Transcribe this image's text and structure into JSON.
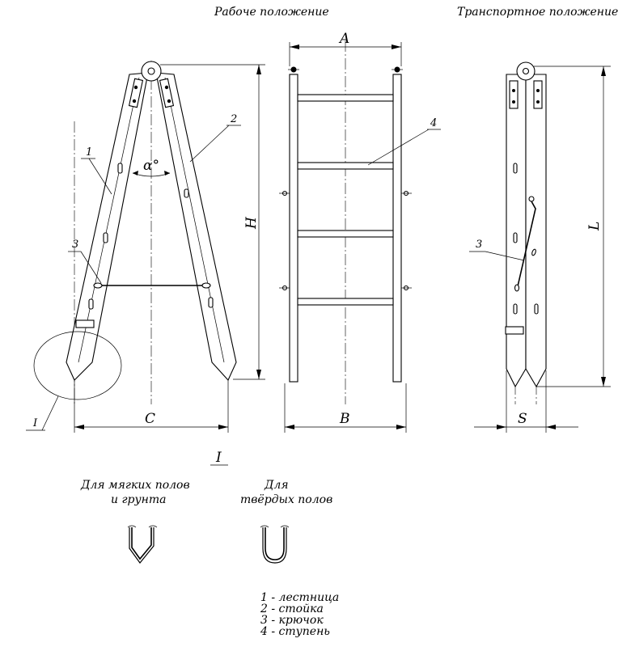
{
  "titles": {
    "working": "Рабоче положение",
    "transport": "Транспортное положение"
  },
  "dims": {
    "A": "A",
    "B": "B",
    "C": "C",
    "H": "H",
    "L": "L",
    "S": "S",
    "alpha": "α°"
  },
  "callouts": {
    "n1": "1",
    "n2": "2",
    "n3": "3",
    "n4": "4",
    "n3_transport": "3",
    "detail_ref": "I",
    "detail_title": "I"
  },
  "details": {
    "soft_line1": "Для мягких полов",
    "soft_line2": "и грунта",
    "hard_line1": "Для",
    "hard_line2": "твёрдых полов"
  },
  "legend": [
    "1 - лестница",
    "2 - стойка",
    "3 - крючок",
    "4 - ступень"
  ]
}
